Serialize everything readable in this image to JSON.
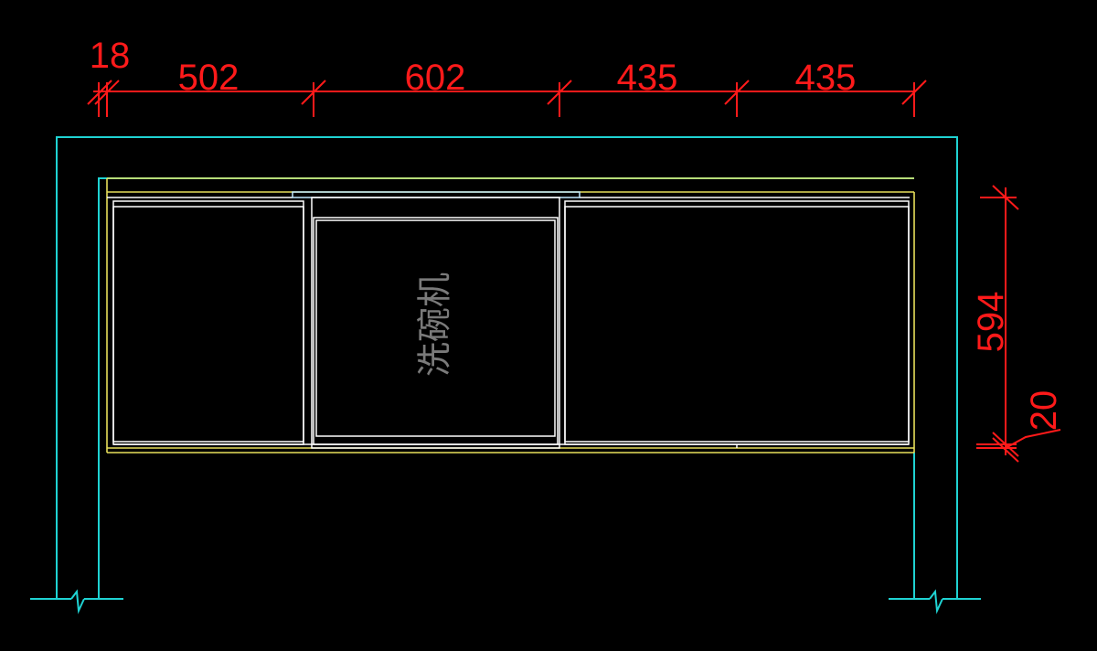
{
  "colors": {
    "background": "#000000",
    "wall": "#1fd3d3",
    "cabinet": "#ffffff",
    "counter": "#e8e05a",
    "counter_inner": "#bfe9ff",
    "dimension": "#ff1a1a",
    "appliance_label": "#7a7a7a"
  },
  "dimensions": {
    "horizontal": [
      "18",
      "502",
      "602",
      "435",
      "435"
    ],
    "vertical_height": "594",
    "vertical_plinth": "20"
  },
  "appliance": {
    "label": "洗碗机"
  }
}
